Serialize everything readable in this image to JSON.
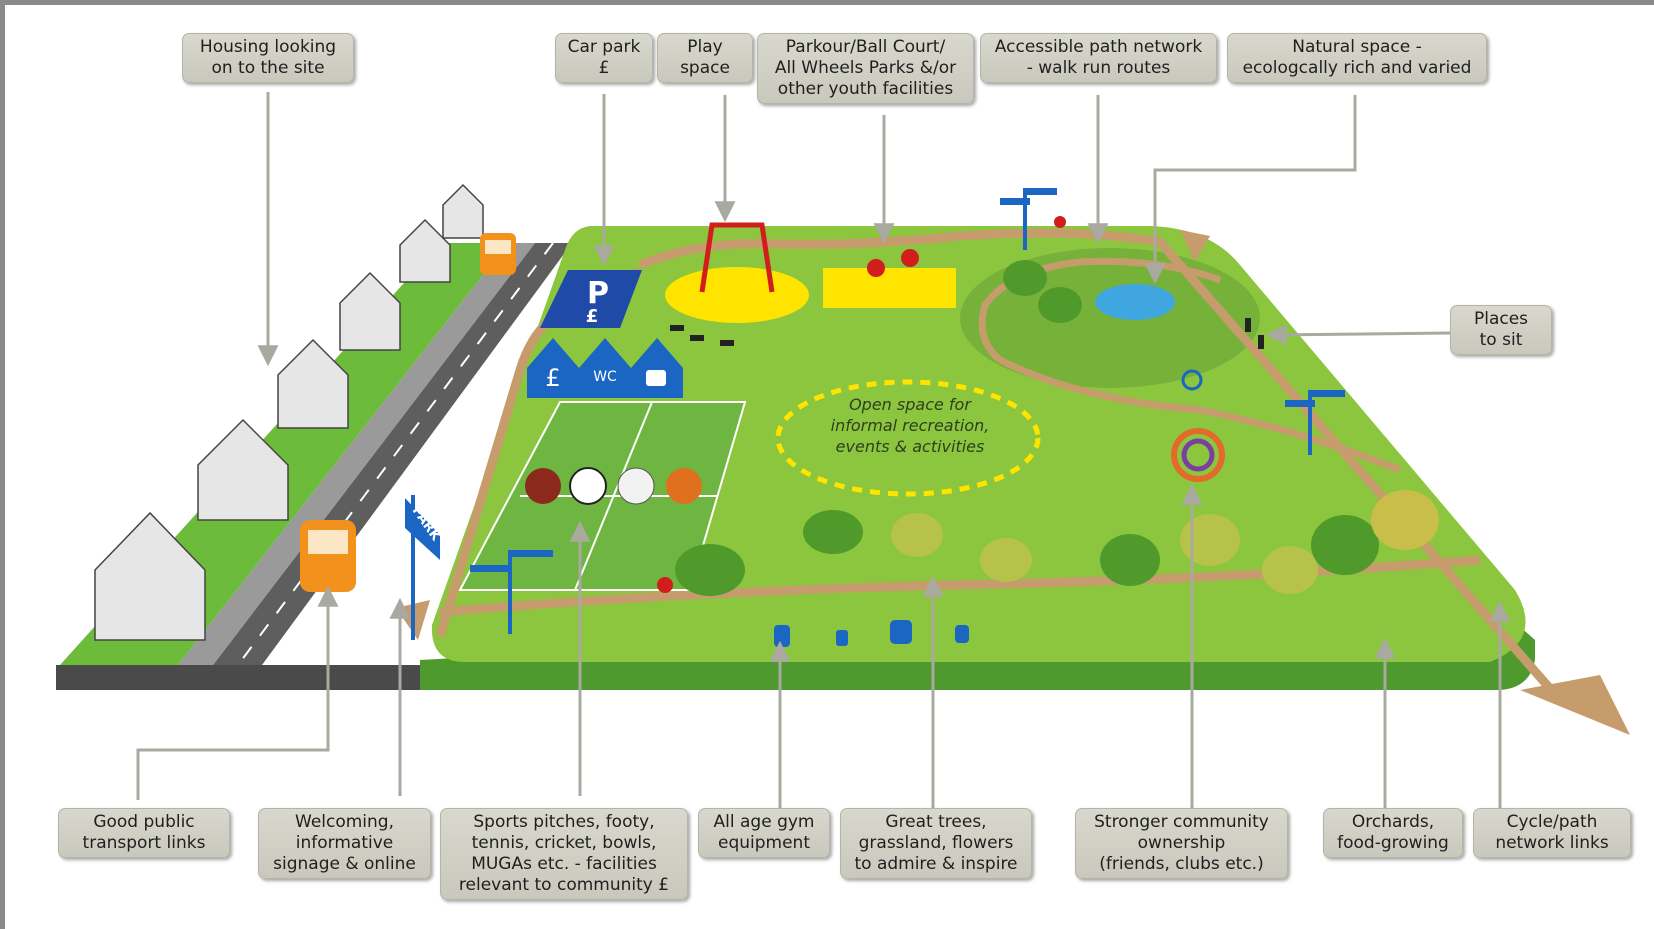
{
  "colors": {
    "grass": "#8cc63e",
    "path": "#c69c6d",
    "road": "#5e5e5e",
    "callout": "#d3d2c6",
    "leader": "#a9a9a0",
    "signpost": "#1a66c2",
    "play_yellow": "#ffe400"
  },
  "center_label": {
    "lines": [
      "Open space for",
      "informal recreation,",
      "events & activities"
    ]
  },
  "signs": {
    "park": "PARK",
    "parking": "P",
    "parking_fee": "£",
    "wc": "WC",
    "pound": "£"
  },
  "callouts": {
    "housing": {
      "lines": [
        "Housing looking",
        "on to the site"
      ]
    },
    "car_park": {
      "lines": [
        "Car park",
        "£"
      ]
    },
    "play_space": {
      "lines": [
        "Play",
        "space"
      ]
    },
    "youth": {
      "lines": [
        "Parkour/Ball Court/",
        "All Wheels Parks &/or",
        "other youth facilities"
      ]
    },
    "path_network": {
      "lines": [
        "Accessible path network",
        "- walk run routes"
      ]
    },
    "natural_space": {
      "lines": [
        "Natural space -",
        "ecologcally rich and varied"
      ]
    },
    "places_to_sit": {
      "lines": [
        "Places",
        "to sit"
      ]
    },
    "transport": {
      "lines": [
        "Good public",
        "transport links"
      ]
    },
    "signage": {
      "lines": [
        "Welcoming,",
        "informative",
        "signage & online"
      ]
    },
    "sports": {
      "lines": [
        "Sports pitches, footy,",
        "tennis, cricket, bowls,",
        "MUGAs etc. - facilities",
        "relevant to community £"
      ]
    },
    "gym": {
      "lines": [
        "All age gym",
        "equipment"
      ]
    },
    "trees": {
      "lines": [
        "Great trees,",
        "grassland, flowers",
        "to admire & inspire"
      ]
    },
    "community": {
      "lines": [
        "Stronger community",
        "ownership",
        "(friends, clubs etc.)"
      ]
    },
    "orchards": {
      "lines": [
        "Orchards,",
        "food-growing"
      ]
    },
    "cycle": {
      "lines": [
        "Cycle/path",
        "network links"
      ]
    }
  }
}
